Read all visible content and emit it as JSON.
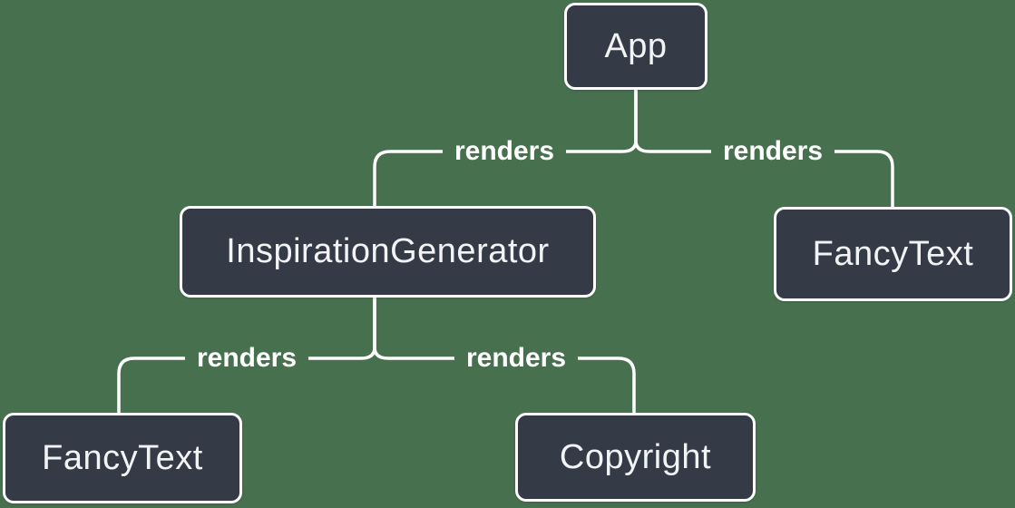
{
  "diagram": {
    "type": "tree",
    "description": "React render tree diagram",
    "colors": {
      "background": "#47704F",
      "node_fill": "#343B47",
      "node_border": "#FFFFFF",
      "node_text": "#F2F3F5",
      "edge_line": "#FFFFFF",
      "edge_label_text": "#FFFFFF"
    },
    "nodes": [
      {
        "id": "app",
        "label": "App"
      },
      {
        "id": "inspiration-generator",
        "label": "InspirationGenerator"
      },
      {
        "id": "fancy-text-right",
        "label": "FancyText"
      },
      {
        "id": "fancy-text-bottom",
        "label": "FancyText"
      },
      {
        "id": "copyright",
        "label": "Copyright"
      }
    ],
    "edges": [
      {
        "from": "App",
        "to": "InspirationGenerator",
        "label": "renders"
      },
      {
        "from": "App",
        "to": "FancyText",
        "label": "renders"
      },
      {
        "from": "InspirationGenerator",
        "to": "FancyText",
        "label": "renders"
      },
      {
        "from": "InspirationGenerator",
        "to": "Copyright",
        "label": "renders"
      }
    ]
  }
}
